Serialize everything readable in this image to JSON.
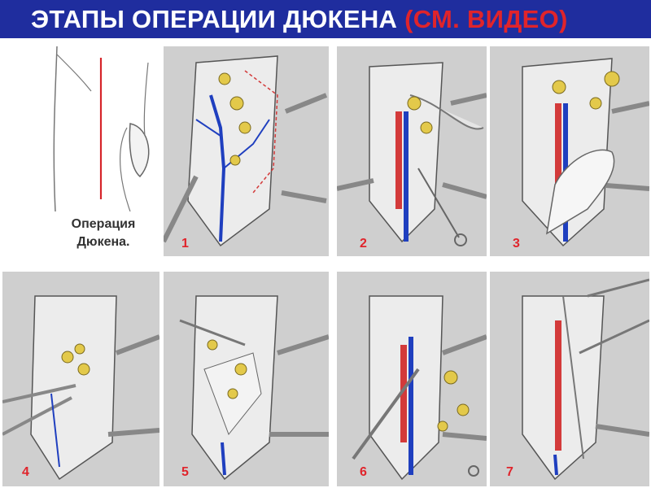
{
  "header": {
    "title_main": "ЭТАПЫ ОПЕРАЦИИ ДЮКЕНА",
    "title_accent": "(СМ. ВИДЕО)"
  },
  "caption": {
    "line1": "Операция",
    "line2": "Дюкена."
  },
  "panels": [
    {
      "number": "1"
    },
    {
      "number": "2"
    },
    {
      "number": "3"
    },
    {
      "number": "4"
    },
    {
      "number": "5"
    },
    {
      "number": "6"
    },
    {
      "number": "7"
    }
  ],
  "colors": {
    "header_bg": "#1f2d9e",
    "title_text": "#ffffff",
    "title_accent": "#e0242b",
    "panel_bg": "#cfcfcf",
    "vessel_blue": "#1f3fbf",
    "artery_red": "#d33a3a",
    "lymph_node": "#e3c94a"
  }
}
